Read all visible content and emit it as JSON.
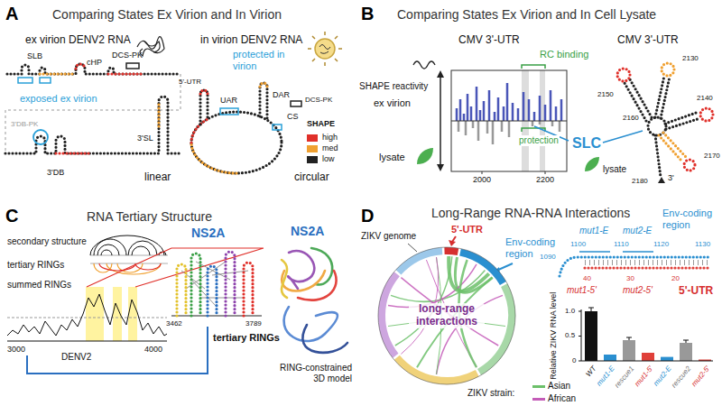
{
  "diagram": {
    "nodes": [
      {
        "text": [
          "long-range interactions"
        ]
      }
    ],
    "labels": [
      "A",
      "Comparing States Ex Virion and In Virion",
      "ex virion DENV2 RNA",
      "in virion DENV2 RNA",
      "SLB",
      "cHP",
      "DCS-PK",
      "exposed ex virion",
      "3'DB-PK",
      "3'DB",
      "3'SL",
      "linear",
      "protected in virion",
      "5'-UTR",
      "UAR",
      "DAR",
      "CS",
      "DCS-PK",
      "circular",
      "SHAPE",
      "B",
      "Comparing States Ex Virion and In Cell Lysate",
      "CMV 3'-UTR",
      "SHAPE reactivity",
      "ex virion",
      "lysate",
      "RC binding",
      "protection",
      "SLC",
      "2000",
      "2200",
      "CMV 3'-UTR",
      "2130",
      "2140",
      "2150",
      "2160",
      "2170",
      "2180",
      "3'",
      "lysate",
      "C",
      "RNA Tertiary Structure",
      "secondary structure",
      "tertiary RINGs",
      "summed RINGs",
      "3000",
      "DENV2",
      "4000",
      "NS2A",
      "3462",
      "3789",
      "tertiary RINGs",
      "NS2A",
      "RING-constrained 3D model",
      "D",
      "Long-Range RNA-RNA Interactions",
      "ZIKV genome",
      "5'-UTR",
      "Env-coding region",
      "ZIKV strain:",
      "Env-coding region",
      "mut1-E",
      "mut2-E",
      "1090",
      "1100",
      "1110",
      "1120",
      "1130",
      "40",
      "30",
      "20",
      "mut1-5'",
      "mut2-5'",
      "5'-UTR",
      "Relative ZIKV RNA level",
      "1.0",
      "0.5",
      "0",
      "WT",
      "mut1-E",
      "rescue1",
      "mut1-5'",
      "mut2-E",
      "rescue2",
      "mut2-5'"
    ],
    "legend": [
      {
        "text": "high",
        "color": "#e0302a"
      },
      {
        "text": "med",
        "color": "#f0a030"
      },
      {
        "text": "low",
        "color": "#222222"
      },
      {
        "text": "Asian",
        "color": "#6cc06a"
      },
      {
        "text": "African",
        "color": "#c45cb8"
      }
    ]
  }
}
